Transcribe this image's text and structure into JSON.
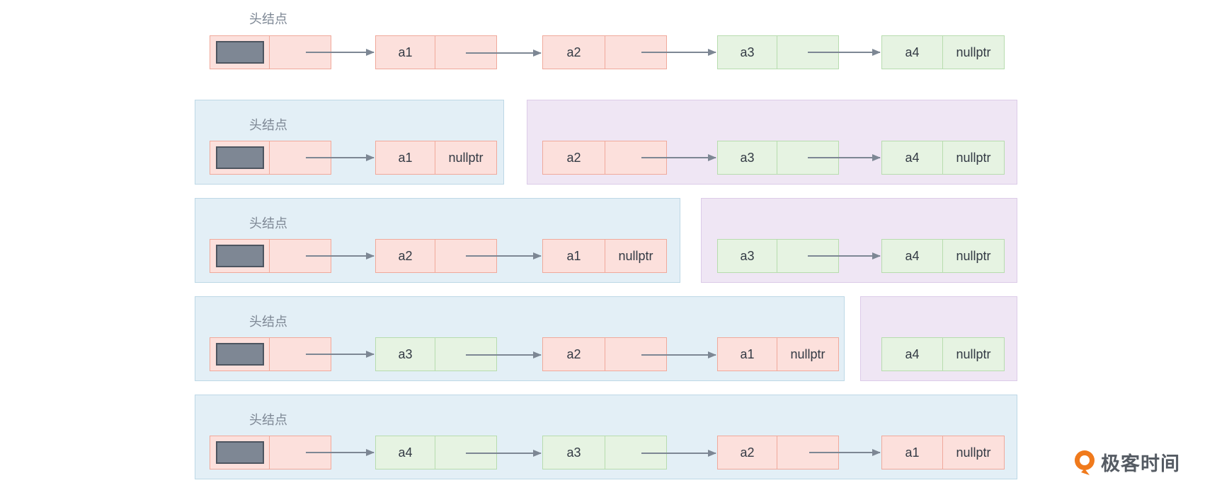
{
  "head_label": "头结点",
  "null_label": "nullptr",
  "nodes": {
    "a1": "a1",
    "a2": "a2",
    "a3": "a3",
    "a4": "a4"
  },
  "logo": {
    "text": "极客时间",
    "icon": "geektime-logo-icon"
  },
  "colors": {
    "pink_node": "#fce0dc",
    "green_node": "#e6f3e2",
    "blue_region": "#e3eff6",
    "purple_region": "#efe6f4",
    "arrow": "#7d8794",
    "logo_orange": "#f07a1c"
  }
}
